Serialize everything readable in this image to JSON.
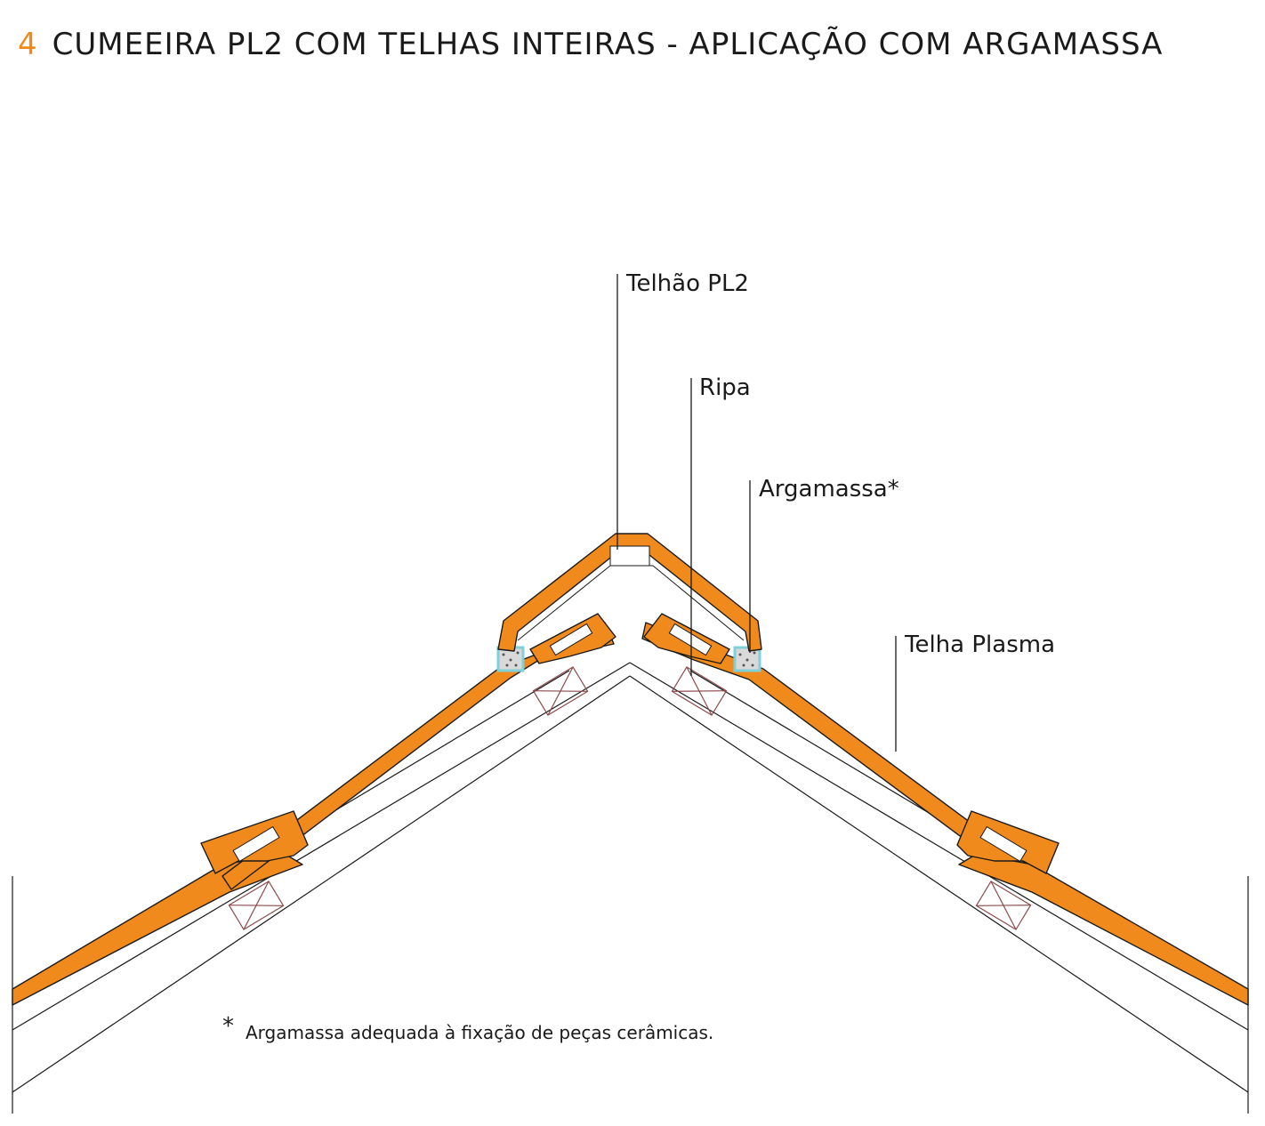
{
  "title": {
    "number": "4",
    "text": "CUMEEIRA PL2  COM TELHAS INTEIRAS - APLICAÇÃO COM ARGAMASSA"
  },
  "labels": {
    "telhao": "Telhão PL2",
    "ripa": "Ripa",
    "argamassa": "Argamassa*",
    "telha": "Telha Plasma"
  },
  "footnote": {
    "mark": "*",
    "text": "Argamassa adequada à fixação de peças cerâmicas."
  },
  "colors": {
    "tile": "#f08a1c",
    "line": "#1a1a1a",
    "batten": "#8b4a4a",
    "mortar_edge": "#7fd0d8"
  }
}
